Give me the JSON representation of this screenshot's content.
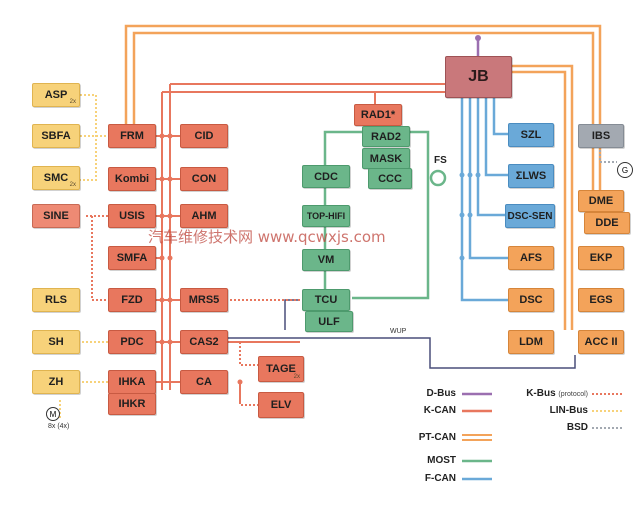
{
  "modules": {
    "jb": "JB",
    "asp": "ASP",
    "asp_mult": "2x",
    "sbfa": "SBFA",
    "smc": "SMC",
    "smc_mult": "2x",
    "sine": "SINE",
    "rls": "RLS",
    "sh": "SH",
    "zh": "ZH",
    "frm": "FRM",
    "kombi": "Kombi",
    "usis": "USIS",
    "smfa": "SMFA",
    "fzd": "FZD",
    "pdc": "PDC",
    "ihka": "IHKA",
    "ihkr": "IHKR",
    "cid": "CID",
    "con": "CON",
    "ahm": "AHM",
    "mrs5": "MRS5",
    "cas2": "CAS2",
    "ca": "CA",
    "tage": "TAGE",
    "tage_mult": "2x",
    "elv": "ELV",
    "rad1": "RAD1*",
    "rad2": "RAD2",
    "mask": "MASK",
    "ccc": "CCC",
    "cdc": "CDC",
    "tophifi": "TOP-HIFI",
    "vm": "VM",
    "tcu": "TCU",
    "ulf": "ULF",
    "szl": "SZL",
    "slws": "ΣLWS",
    "dscsen": "DSC-SEN",
    "afs": "AFS",
    "dsc": "DSC",
    "ldm": "LDM",
    "ibs": "IBS",
    "dme": "DME",
    "dde": "DDE",
    "ekp": "EKP",
    "egs": "EGS",
    "acc": "ACC II"
  },
  "labels": {
    "fs": "FS",
    "wup": "WUP",
    "motor_symbol": "M",
    "motor_note": "8x (4x)",
    "gen_symbol": "G"
  },
  "legend": [
    {
      "label": "D-Bus",
      "note": "",
      "color": "#9b6fb0",
      "style": "solid"
    },
    {
      "label": "K-CAN",
      "note": "",
      "color": "#e8775e",
      "style": "solid"
    },
    {
      "label": "PT-CAN",
      "note": "",
      "color": "#f3a35a",
      "style": "double"
    },
    {
      "label": "MOST",
      "note": "",
      "color": "#6bb68a",
      "style": "solid"
    },
    {
      "label": "F-CAN",
      "note": "",
      "color": "#6aa9d8",
      "style": "solid"
    },
    {
      "label": "K-Bus",
      "note": "(protocol)",
      "color": "#e8775e",
      "style": "dotted"
    },
    {
      "label": "LIN-Bus",
      "note": "",
      "color": "#f7d27a",
      "style": "dotted"
    },
    {
      "label": "BSD",
      "note": "",
      "color": "#a3a9b1",
      "style": "dotted"
    }
  ],
  "watermark": "汽车维修技术网 www.qcwxjs.com",
  "colors": {
    "k_can": "#e8775e",
    "pt_can": "#f3a35a",
    "most": "#6bb68a",
    "f_can": "#6aa9d8",
    "d_bus": "#9b6fb0",
    "lin": "#f7d27a",
    "bsd": "#a3a9b1",
    "wup": "#4a4f7a"
  }
}
